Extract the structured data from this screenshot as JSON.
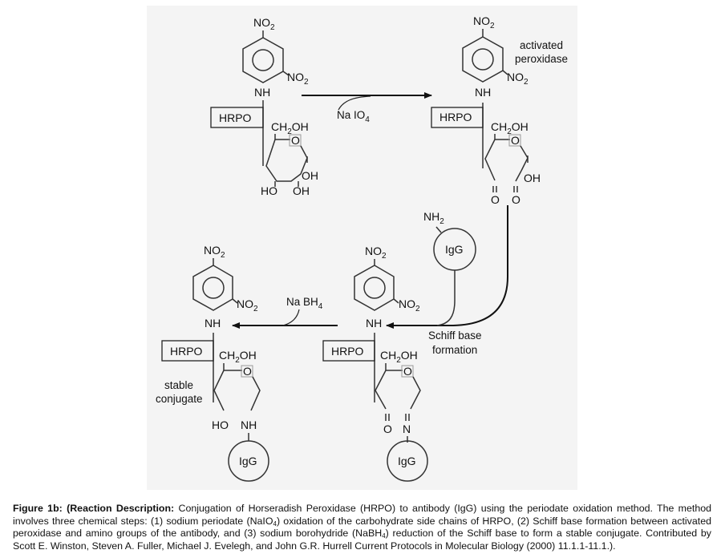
{
  "figure": {
    "molecules": {
      "nitro_top": "NO",
      "nitro_side": "NO",
      "sub_2": "2",
      "amine": "NH",
      "enzyme": "HRPO",
      "ch2oh_pre": "CH",
      "ch2oh_sub": "2",
      "ch2oh_post": "OH",
      "ring_oxygen": "O",
      "hydroxyl": "OH",
      "hydroxyl_left": "HO",
      "carbonyl_oxygen": "O",
      "imine_nitrogen": "N",
      "antibody": "IgG",
      "amino_pre": "NH",
      "amino_sub": "2"
    },
    "reagents": {
      "periodate_pre": "Na IO",
      "periodate_sub": "4",
      "borohydride_pre": "Na BH",
      "borohydride_sub": "4"
    },
    "annotations": {
      "activated_line1": "activated",
      "activated_line2": "peroxidase",
      "schiff_line1": "Schiff base",
      "schiff_line2": "formation",
      "stable_line1": "stable",
      "stable_line2": "conjugate"
    },
    "steps": [
      {
        "order": 1,
        "reagent": "NaIO4",
        "from": "HRPO-carbohydrate",
        "to": "activated peroxidase"
      },
      {
        "order": 2,
        "reagent": "IgG-NH2",
        "from": "activated peroxidase",
        "to": "Schiff base"
      },
      {
        "order": 3,
        "reagent": "NaBH4",
        "from": "Schiff base",
        "to": "stable conjugate"
      }
    ]
  },
  "caption": {
    "label": "Figure 1b:",
    "bold_lead": "(Reaction Description:",
    "part1": " Conjugation of Horseradish Peroxidase (HRPO) to antibody (IgG) using the periodate oxidation method. The method involves three chemical steps: (1) sodium periodate (NaIO",
    "sub1": "4",
    "part2": ") oxidation of the carbohydrate side chains of HRPO, (2) Schiff base formation between activated peroxidase and amino groups of the antibody, and (3) sodium borohydride (NaBH",
    "sub2": "4",
    "part3": ") reduction of the Schiff base to form a stable conjugate. Contributed by Scott E. Winston, Steven A. Fuller, Michael J. Evelegh, and John G.R. Hurrell Current Protocols in Molecular Biology (2000) 11.1.1-11.1.)."
  }
}
